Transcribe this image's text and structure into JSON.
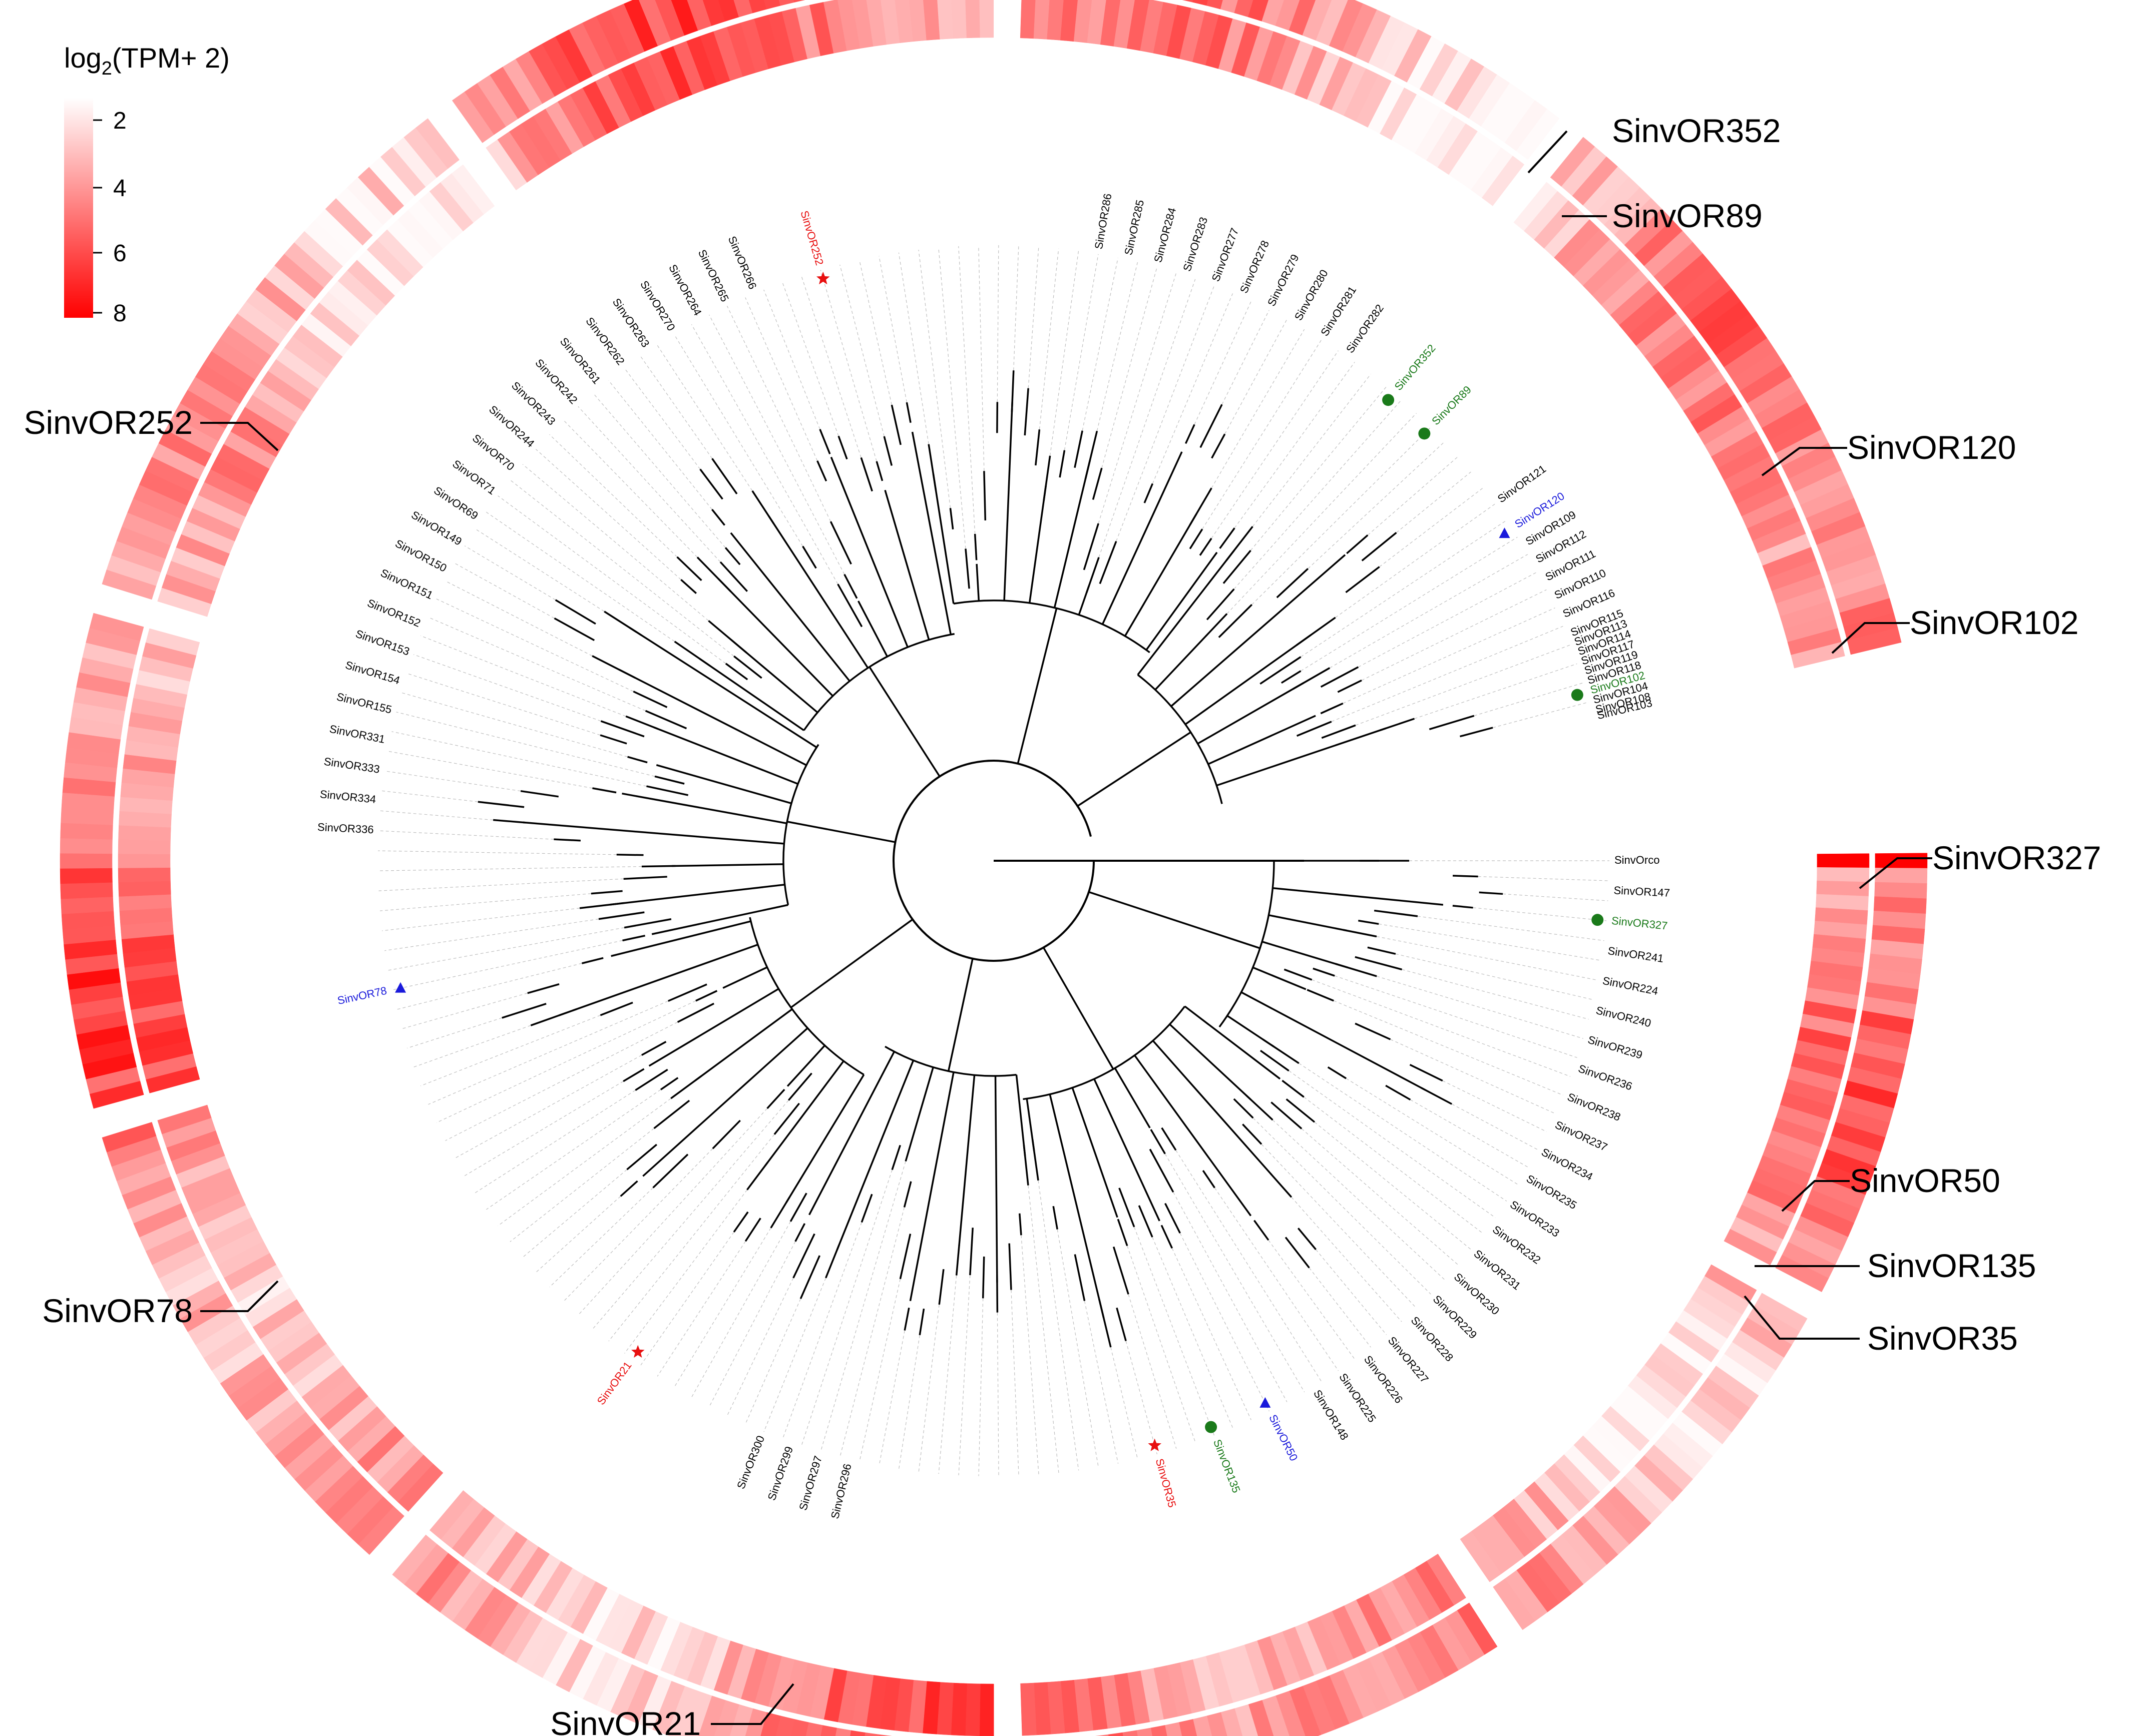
{
  "legend": {
    "title_prefix": "log",
    "title_subscript": "2",
    "title_suffix": "(TPM+ 2)",
    "ticks": [
      "2",
      "4",
      "6",
      "8"
    ],
    "color_low": "#ffffff",
    "color_high": "#ff0000"
  },
  "tree": {
    "root_leaf": "SinvOrco",
    "highlight_colors": {
      "green": "#1a7a1a",
      "blue": "#1a1adb",
      "red": "#e81010"
    },
    "highlighted_leaves": [
      {
        "label": "SinvOR352",
        "color": "green",
        "marker": "circle"
      },
      {
        "label": "SinvOR89",
        "color": "green",
        "marker": "circle"
      },
      {
        "label": "SinvOR120",
        "color": "blue",
        "marker": "triangle"
      },
      {
        "label": "SinvOR102",
        "color": "green",
        "marker": "circle"
      },
      {
        "label": "SinvOR327",
        "color": "green",
        "marker": "circle"
      },
      {
        "label": "SinvOR50",
        "color": "blue",
        "marker": "triangle"
      },
      {
        "label": "SinvOR135",
        "color": "green",
        "marker": "circle"
      },
      {
        "label": "SinvOR35",
        "color": "red",
        "marker": "star"
      },
      {
        "label": "SinvOR21",
        "color": "red",
        "marker": "star"
      },
      {
        "label": "SinvOR78",
        "color": "blue",
        "marker": "triangle"
      },
      {
        "label": "SinvOR252",
        "color": "red",
        "marker": "star"
      }
    ],
    "visible_leaf_labels": [
      "SinvOR103",
      "SinvOR108",
      "SinvOR104",
      "SinvOR102",
      "SinvOR118",
      "SinvOR119",
      "SinvOR117",
      "SinvOR114",
      "SinvOR113",
      "SinvOR115",
      "SinvOR116",
      "SinvOR110",
      "SinvOR111",
      "SinvOR112",
      "SinvOR109",
      "SinvOR121",
      "SinvOR120",
      "SinvOR89",
      "SinvOR352",
      "SinvOR280",
      "SinvOR281",
      "SinvOR282",
      "SinvOR279",
      "SinvOR278",
      "SinvOR277",
      "SinvOR283",
      "SinvOR284",
      "SinvOR285",
      "SinvOR286",
      "SinvOR70",
      "SinvOR71",
      "SinvOR69",
      "SinvOR149",
      "SinvOR150",
      "SinvOR151",
      "SinvOR152",
      "SinvOR153",
      "SinvOR154",
      "SinvOR155",
      "SinvOR331",
      "SinvOR333",
      "SinvOR334",
      "SinvOR336",
      "SinvOR261",
      "SinvOR262",
      "SinvOR263",
      "SinvOR264",
      "SinvOR265",
      "SinvOR266",
      "SinvOR270",
      "SinvOR242",
      "SinvOR243",
      "SinvOR244",
      "SinvOR252",
      "SinvOR78",
      "SinvOR21",
      "SinvOR300",
      "SinvOR299",
      "SinvOR297",
      "SinvOR296",
      "SinvOrco",
      "SinvOR147",
      "SinvOR327",
      "SinvOR241",
      "SinvOR224",
      "SinvOR240",
      "SinvOR239",
      "SinvOR236",
      "SinvOR238",
      "SinvOR237",
      "SinvOR234",
      "SinvOR235",
      "SinvOR233",
      "SinvOR232",
      "SinvOR231",
      "SinvOR230",
      "SinvOR229",
      "SinvOR228",
      "SinvOR227",
      "SinvOR226",
      "SinvOR225",
      "SinvOR148",
      "SinvOR50",
      "SinvOR135",
      "SinvOR35"
    ]
  },
  "callouts": [
    {
      "label": "SinvOR352"
    },
    {
      "label": "SinvOR89"
    },
    {
      "label": "SinvOR120"
    },
    {
      "label": "SinvOR102"
    },
    {
      "label": "SinvOR327"
    },
    {
      "label": "SinvOR50"
    },
    {
      "label": "SinvOR135"
    },
    {
      "label": "SinvOR35"
    },
    {
      "label": "SinvOR21"
    },
    {
      "label": "SinvOR78"
    },
    {
      "label": "SinvOR252"
    }
  ]
}
